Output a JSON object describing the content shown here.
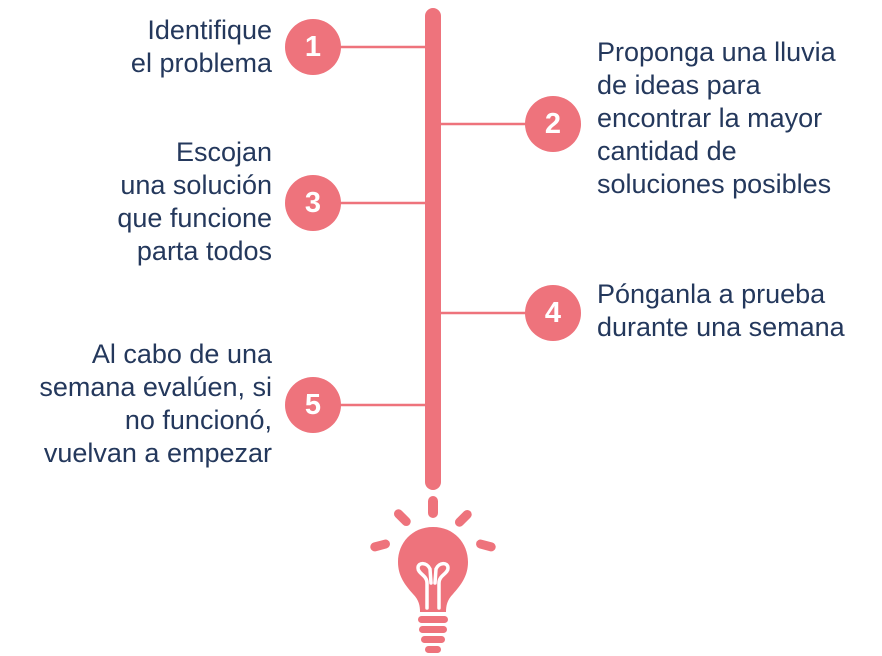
{
  "colors": {
    "accent": "#ee737c",
    "text": "#24385c",
    "background": "#ffffff"
  },
  "steps": [
    {
      "number": "1",
      "text": "Identifique\nel problema",
      "side": "left"
    },
    {
      "number": "2",
      "text": "Proponga una lluvia\nde ideas para\nencontrar la mayor\ncantidad de\nsoluciones posibles",
      "side": "right"
    },
    {
      "number": "3",
      "text": "Escojan\nuna solución\nque  funcione\nparta todos",
      "side": "left"
    },
    {
      "number": "4",
      "text": "Pónganla a prueba\ndurante una semana",
      "side": "right"
    },
    {
      "number": "5",
      "text": "Al cabo de una\nsemana evalúen, si\nno funcionó,\nvuelvan a empezar",
      "side": "left"
    }
  ],
  "icons": {
    "bulb": "lightbulb-icon"
  }
}
